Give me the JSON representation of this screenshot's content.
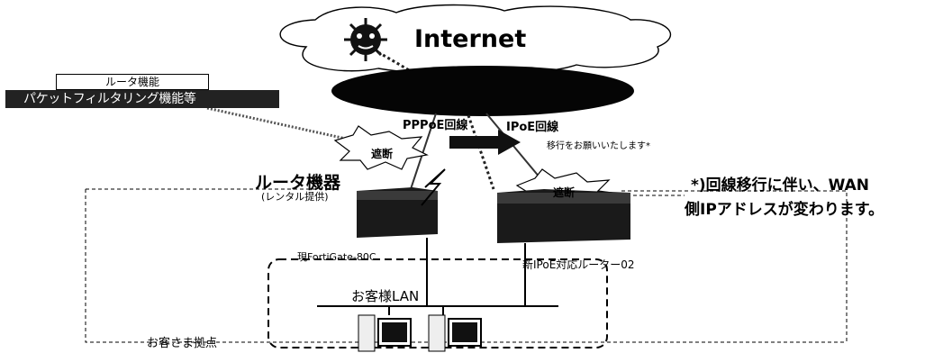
{
  "cloud": {
    "title": "Internet"
  },
  "isp": {
    "label": ""
  },
  "router_function": {
    "box_label": "ルータ機能",
    "packet_filter_label": "パケットフィルタリング機能等"
  },
  "lines": {
    "pppoe": "PPPoE回線",
    "ipoe": "IPoE回線",
    "migration_request": "移行をお願いいたします*"
  },
  "blocks": {
    "block_left": "遮断",
    "block_right": "遮断"
  },
  "router_device": {
    "label": "ルータ機器",
    "sub_label": "(レンタル提供)"
  },
  "note": {
    "line1": "*)回線移行に伴い、WAN",
    "line2": "側IPアドレスが変わります。"
  },
  "devices": {
    "current": "現FortiGate-80C",
    "new": "新IPoE対応ルーター02"
  },
  "lan": {
    "label": "お客様LAN"
  },
  "site": {
    "label": "お客さま拠点"
  },
  "colors": {
    "ellipse": "#050505",
    "router_body": "#1a1a1a",
    "text": "#000000"
  }
}
